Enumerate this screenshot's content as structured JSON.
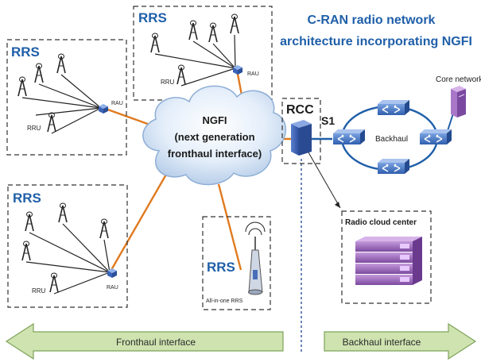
{
  "title": {
    "line1": "C-RAN radio network",
    "line2": "architecture incorporating NGFI"
  },
  "cloud": {
    "line1": "NGFI",
    "line2": "(next generation",
    "line3": "fronthaul interface)"
  },
  "rrs_label": "RRS",
  "rau_label": "RAU",
  "rru_label": "RRU",
  "all_in_one_label": "All-in-one RRS",
  "rcc_label": "RCC",
  "s1_label": "S1",
  "backhaul_label": "Backhaul",
  "core_network_label": "Core network",
  "radio_cloud_center_label": "Radio cloud center",
  "fronthaul_interface_label": "Fronthaul interface",
  "backhaul_interface_label": "Backhaul interface",
  "colors": {
    "link_orange": "#e07a1f",
    "title_blue": "#1f5fa8",
    "box_dash": "#333333",
    "arrow_green": "#cfe3b0",
    "arrow_green_stroke": "#7ea35a",
    "router_blue": "#3a6bbf",
    "server_purple": "#9a68b8"
  },
  "icons": [
    "antenna-icon",
    "rau-node-icon",
    "rcc-server-icon",
    "router-icon",
    "core-network-server-icon",
    "rack-server-icon",
    "all-in-one-rrs-icon"
  ]
}
